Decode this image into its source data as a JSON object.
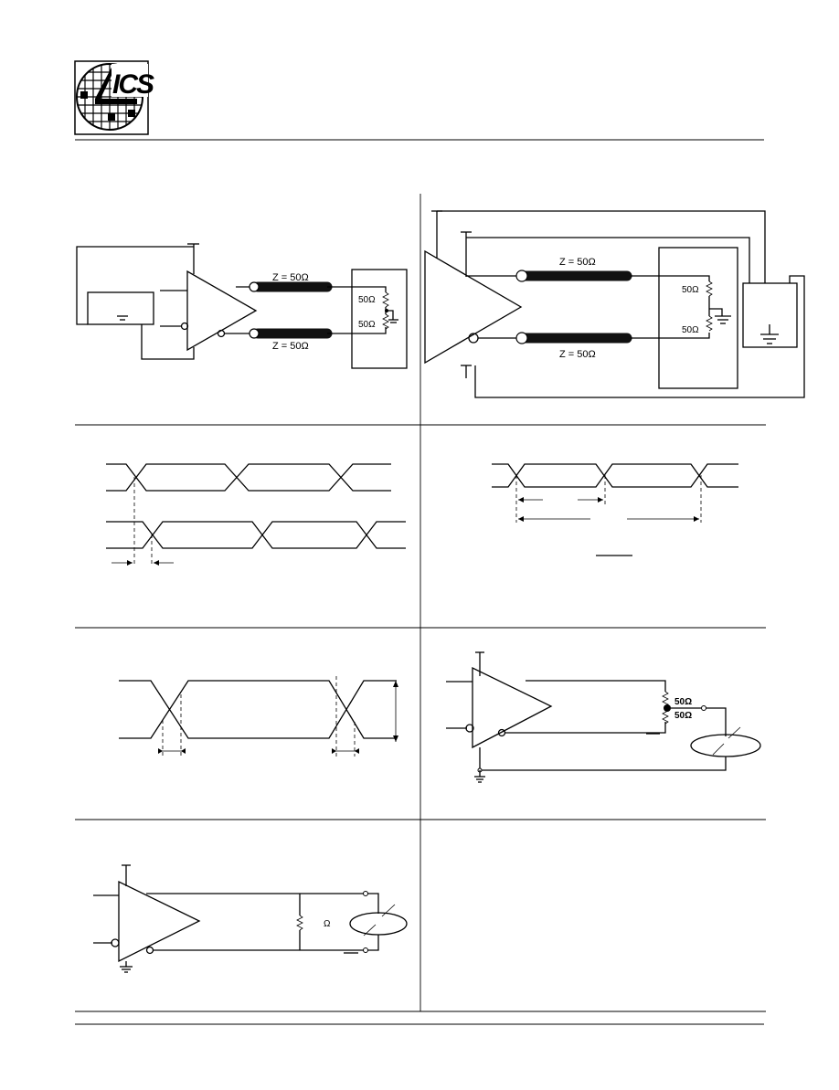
{
  "header": {
    "logo_text": "ICS"
  },
  "figures": {
    "fig1": {
      "impedance_top": "Z = 50Ω",
      "impedance_bottom": "Z = 50Ω",
      "r1": "50Ω",
      "r2": "50Ω"
    },
    "fig2": {
      "impedance_top": "Z = 50Ω",
      "impedance_bottom": "Z = 50Ω",
      "r1": "50Ω",
      "r2": "50Ω"
    },
    "fig6": {
      "r1": "50Ω",
      "r2": "50Ω"
    },
    "fig7": {
      "r": "Ω"
    }
  }
}
